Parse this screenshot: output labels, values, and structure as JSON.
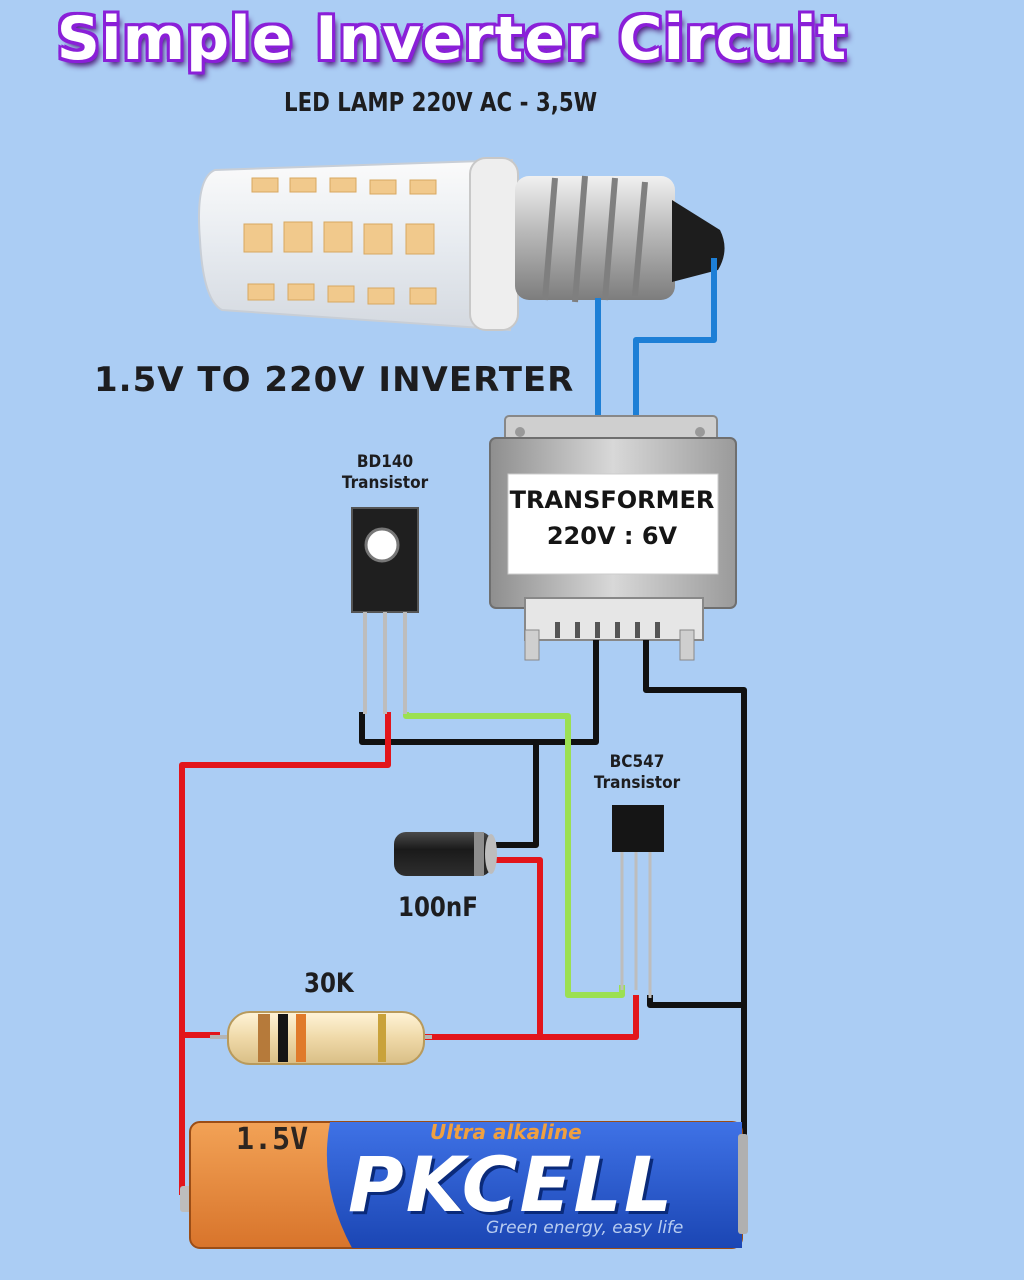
{
  "title": "Simple Inverter Circuit",
  "subtitle": "LED LAMP 220V AC - 3,5W",
  "heading": "1.5V TO 220V INVERTER",
  "components": {
    "lamp": "LED LAMP 220V AC - 3,5W",
    "transformer": {
      "line1": "TRANSFORMER",
      "line2": "220V : 6V"
    },
    "transistor_power": {
      "part": "BD140",
      "type": "Transistor"
    },
    "transistor_small": {
      "part": "BC547",
      "type": "Transistor"
    },
    "capacitor": "100nF",
    "resistor": "30K",
    "battery": {
      "voltage": "1.5V",
      "brand": "PKCELL",
      "top_text": "Ultra alkaline",
      "slogan": "Green energy, easy life"
    }
  },
  "colors": {
    "background": "#abcdf4",
    "title_outline": "#8a1fd8",
    "wire_red": "#e2151b",
    "wire_black": "#111111",
    "wire_green": "#9be052",
    "wire_blue": "#1d7fd6"
  }
}
